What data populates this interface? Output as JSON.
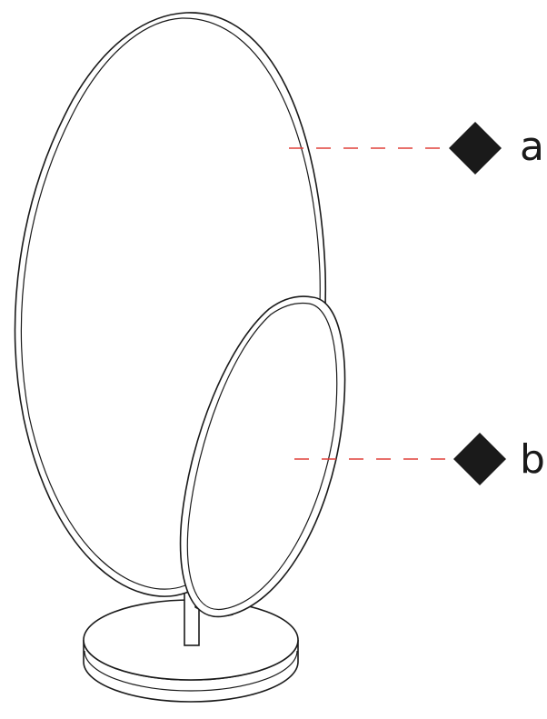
{
  "colors": {
    "outline": "#1a1a1a",
    "leader_line": "#e0403a",
    "marker": "#1a1a1a",
    "background": "#ffffff"
  },
  "callouts": [
    {
      "label": "a",
      "marker": "diamond"
    },
    {
      "label": "b",
      "marker": "diamond"
    }
  ]
}
